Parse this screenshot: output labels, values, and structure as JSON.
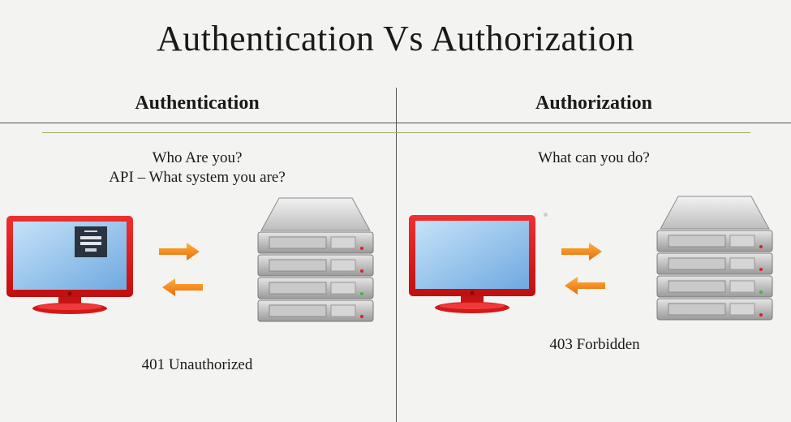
{
  "title": "Authentication Vs Authorization",
  "left": {
    "heading": "Authentication",
    "question_1": "Who Are you?",
    "question_2": "API – What system you are?",
    "status": "401 Unauthorized"
  },
  "right": {
    "heading": "Authorization",
    "question_1": "What can you do?",
    "status": "403 Forbidden"
  },
  "icons": [
    "monitor-icon",
    "login-form-icon",
    "arrow-right-icon",
    "arrow-left-icon",
    "server-icon"
  ],
  "colors": {
    "monitor_red": "#e21a1a",
    "screen_blue": "#9cc8ef",
    "arrow_orange": "#f58a12",
    "server_gray": "#b8b8b8"
  }
}
